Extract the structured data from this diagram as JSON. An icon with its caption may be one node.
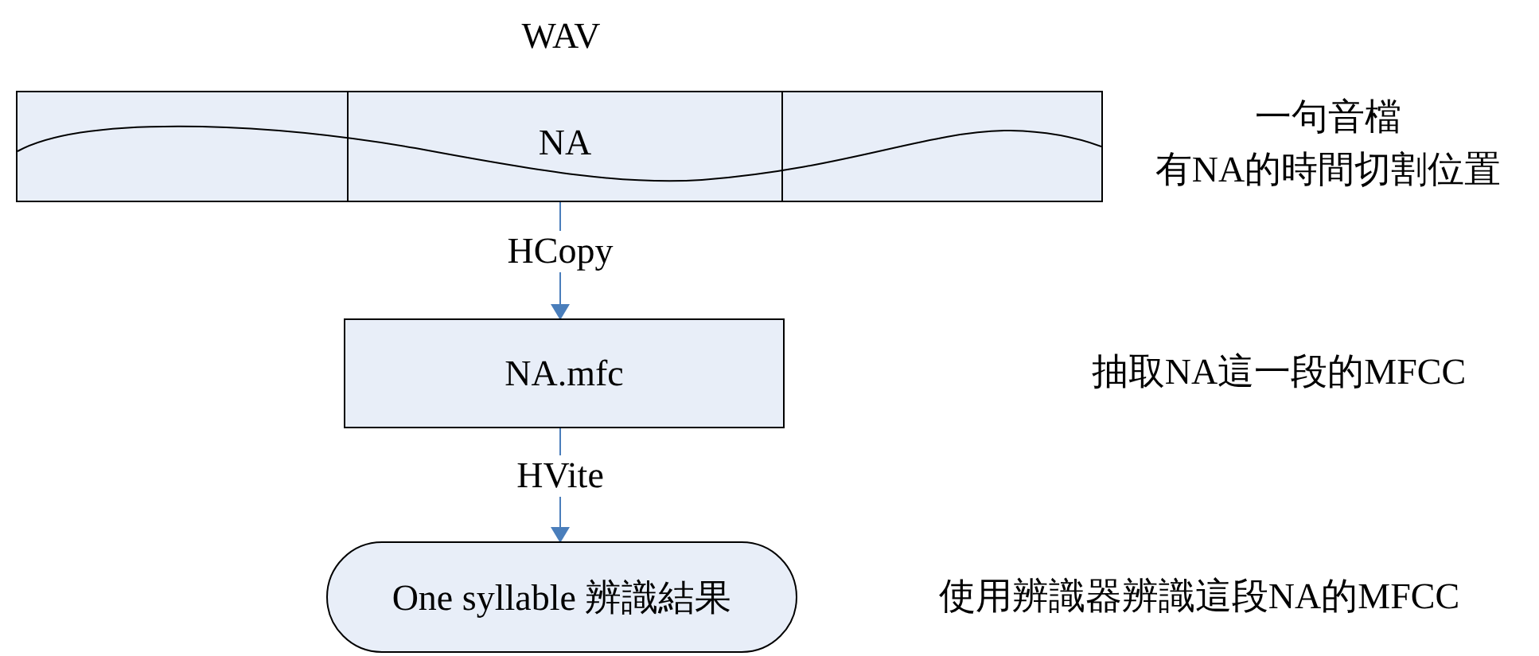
{
  "diagram": {
    "nodes": [
      {
        "text": [
          "WAV"
        ],
        "beside": [
          "一句音檔",
          "有NA的時間切割位置"
        ]
      },
      {
        "text": [
          "NA"
        ],
        "in": 0
      },
      {
        "text": [
          "NA.mfc"
        ]
      },
      {
        "text": [
          "One syllable 辨識結果"
        ],
        "beside": [
          "使用辨識器辨識這段NA的MFCC"
        ]
      }
    ],
    "edges": [
      {
        "from": 1,
        "to": 2,
        "arrow": "to",
        "label": "HCopy"
      },
      {
        "from": 2,
        "to": 3,
        "arrow": "to",
        "label": "HVite"
      }
    ],
    "labels": [
      "抽取NA這一段的MFCC"
    ]
  }
}
